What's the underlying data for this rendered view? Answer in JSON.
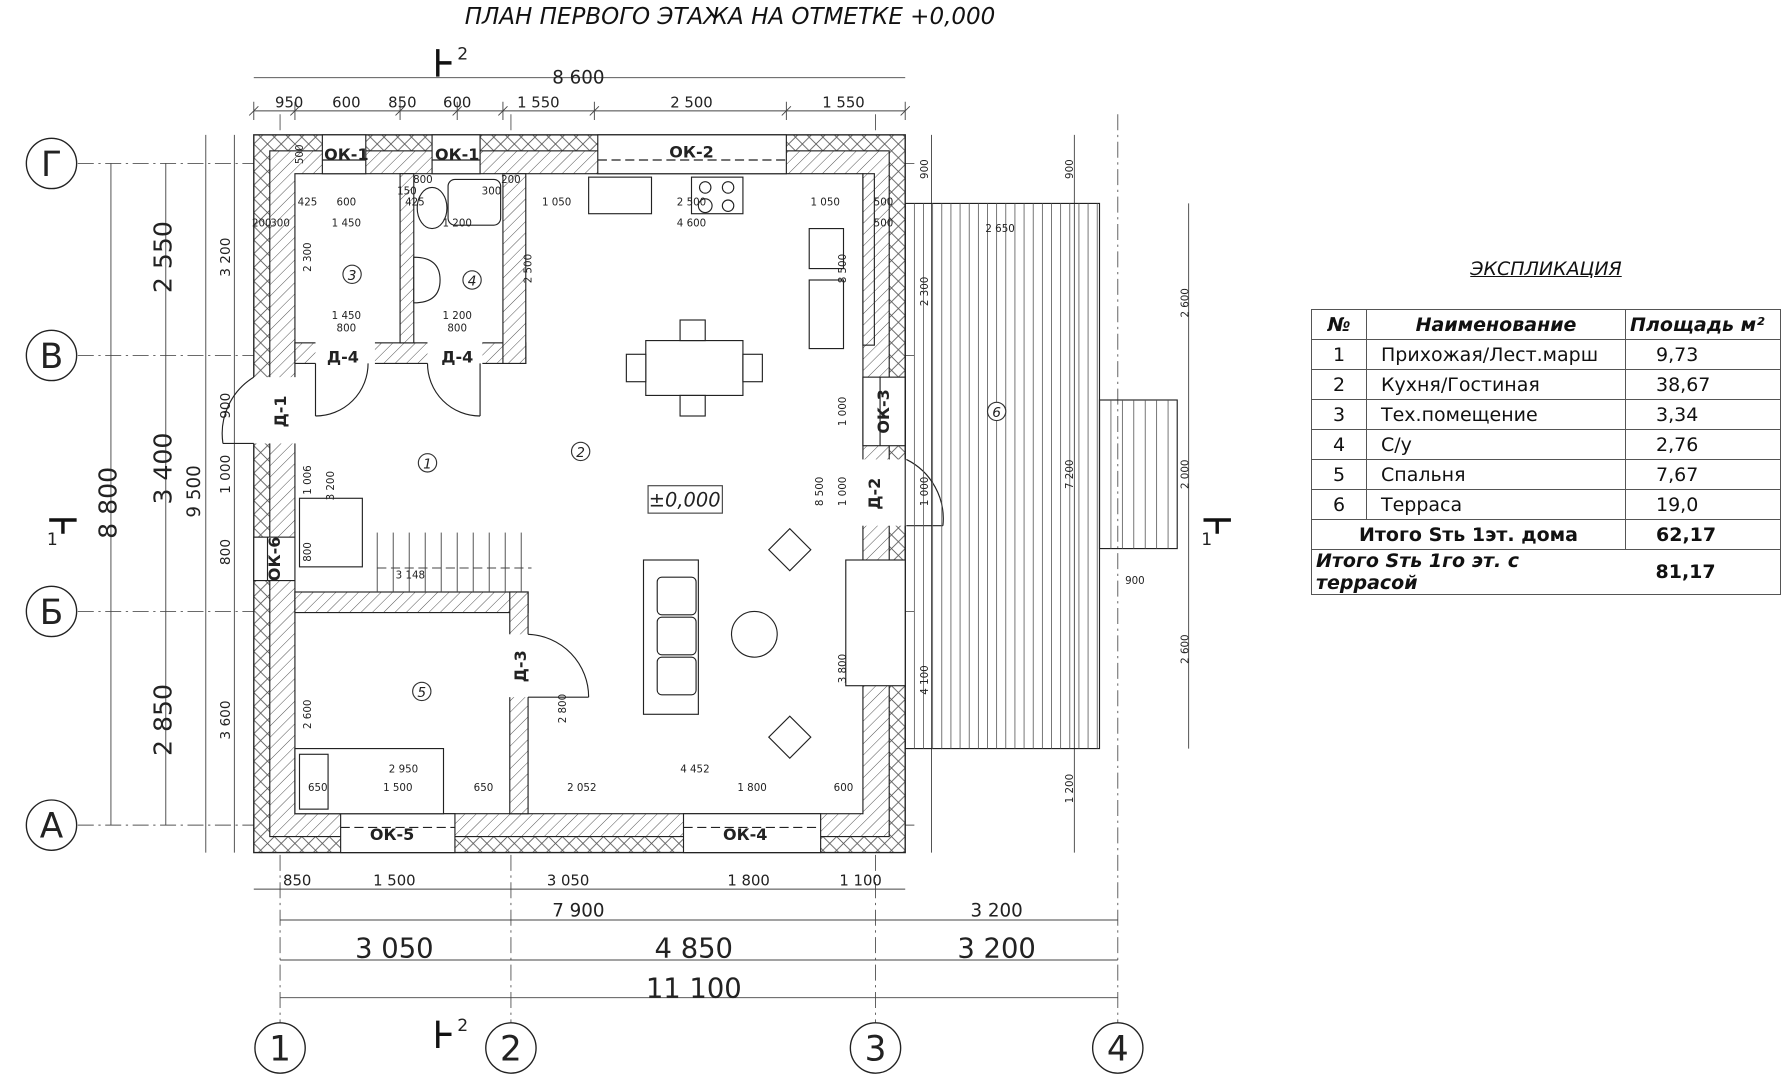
{
  "title": "ПЛАН ПЕРВОГО ЭТАЖА НА ОТМЕТКЕ +0,000",
  "axes_letters": [
    "Г",
    "В",
    "Б",
    "А"
  ],
  "axes_numbers": [
    "1",
    "2",
    "3",
    "4"
  ],
  "section_marks": [
    "2",
    "2",
    "1",
    "1"
  ],
  "rooms": [
    "1",
    "2",
    "3",
    "4",
    "5",
    "6"
  ],
  "level_mark": "±0,000",
  "openings": [
    "ОК-1",
    "ОК-1",
    "ОК-2",
    "ОК-5",
    "ОК-4",
    "ОК-6",
    "ОК-3",
    "Д-1",
    "Д-2",
    "Д-3",
    "Д-4",
    "Д-4"
  ],
  "dims": [
    "8 600",
    "950",
    "600",
    "850",
    "600",
    "1 550",
    "2 500",
    "1 550",
    "2 550",
    "3 400",
    "2 850",
    "8 800",
    "9 500",
    "3 200",
    "900",
    "1 000",
    "800",
    "3 600",
    "850",
    "1 500",
    "3 050",
    "1 800",
    "1 100",
    "7 900",
    "3 200",
    "3 050",
    "4 850",
    "3 200",
    "11 100",
    "900",
    "2 650",
    "2 300",
    "900",
    "2 600",
    "7 200",
    "2 000",
    "900",
    "2 600",
    "4 100",
    "1 200",
    "1 050",
    "2 500",
    "1 050",
    "4 600",
    "2 300",
    "2 500",
    "8 500",
    "1 450",
    "1 450",
    "1 200",
    "1 200",
    "800",
    "800",
    "1 006",
    "3 200",
    "800",
    "3 148",
    "2 600",
    "2 800",
    "2 950",
    "4 452",
    "650",
    "1 500",
    "650",
    "2 052",
    "1 800",
    "600",
    "8 500",
    "1 000",
    "1 000",
    "1 000",
    "3 800",
    "300",
    "800",
    "150",
    "200",
    "500",
    "500",
    "200",
    "300",
    "500",
    "425",
    "600",
    "425"
  ],
  "explication": {
    "title": "ЭКСПЛИКАЦИЯ",
    "headers": [
      "№",
      "Наименование",
      "Площадь м²"
    ],
    "rows": [
      {
        "no": "1",
        "name": "Прихожая/Лест.марш",
        "area": "9,73"
      },
      {
        "no": "2",
        "name": "Кухня/Гостиная",
        "area": "38,67"
      },
      {
        "no": "3",
        "name": "Тех.помещение",
        "area": "3,34"
      },
      {
        "no": "4",
        "name": "С/у",
        "area": "2,76"
      },
      {
        "no": "5",
        "name": "Спальня",
        "area": "7,67"
      },
      {
        "no": "6",
        "name": "Терраса",
        "area": "19,0"
      }
    ],
    "total_house_label": "Итого Sть 1эт. дома",
    "total_house_value": "62,17",
    "total_terrace_label": "Итого Sть 1го эт. с террасой",
    "total_terrace_value": "81,17"
  }
}
